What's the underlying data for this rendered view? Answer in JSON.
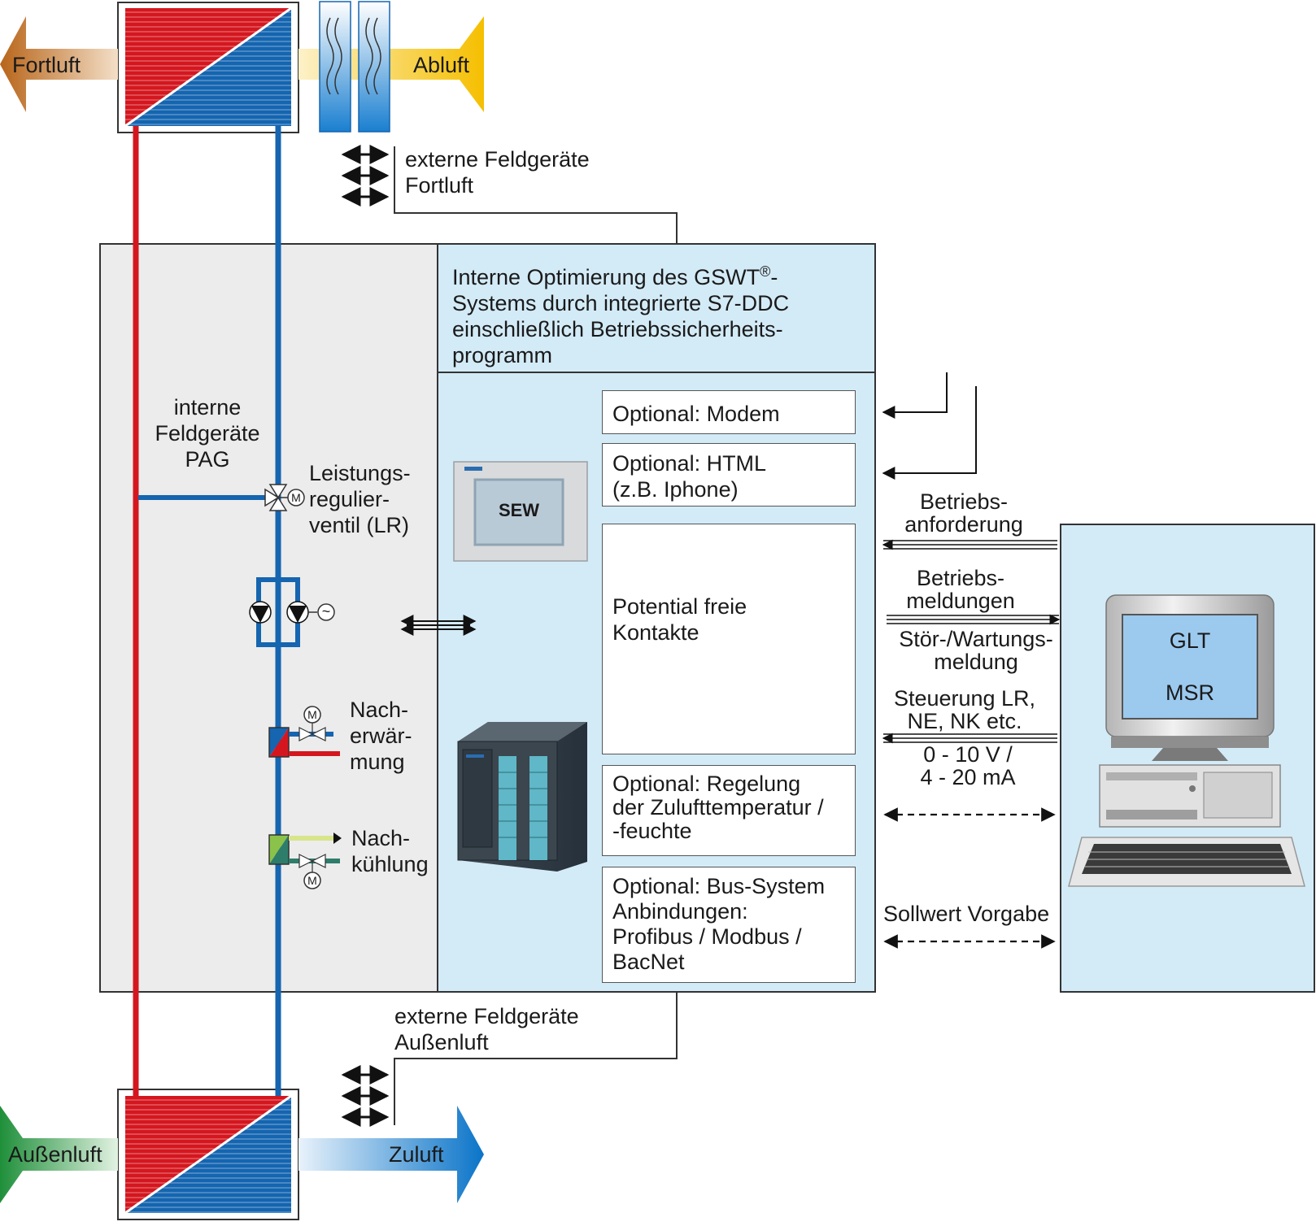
{
  "colors": {
    "hot": "#d4171f",
    "cold": "#1565b0",
    "panel_grey": "#ececec",
    "panel_blue": "#d3ebf7",
    "exhaust_arrow": "#b8651a",
    "extract_arrow": "#f5bf00",
    "outdoor_arrow": "#1f8f3a",
    "supply_arrow": "#0a74c8"
  },
  "air": {
    "fortluft": "Fortluft",
    "abluft": "Abluft",
    "aussenluft": "Außenluft",
    "zuluft": "Zuluft"
  },
  "field_devices": {
    "top": "externe Feldgeräte\nFortluft",
    "bottom": "externe Feldgeräte\nAußenluft",
    "internal": "interne\nFeldgeräte\nPAG"
  },
  "components": {
    "valve": "Leistungs-\nregulier-\nventil (LR)",
    "reheat": "Nach-\nerwär-\nmung",
    "recool": "Nach-\nkühlung",
    "motor_symbol": "M",
    "ac_symbol": "~"
  },
  "ddc": {
    "title_prefix": "Interne Optimierung des GSWT",
    "title_sup": "®",
    "title_rest": "-\nSystems durch integrierte S7-DDC\neinschließlich Betriebssicherheits-\nprogramm",
    "panel_text": "SEW",
    "options": {
      "modem": "Optional: Modem",
      "html": "Optional: HTML\n(z.B. Iphone)",
      "contacts": "Potential freie\nKontakte",
      "regulation": "Optional: Regelung\nder Zulufttemperatur /\n-feuchte",
      "bus": "Optional:  Bus-System\nAnbindungen:\nProfibus / Modbus /\nBacNet"
    }
  },
  "signals": {
    "request": "Betriebs-\nanforderung",
    "messages": "Betriebs-\nmeldungen",
    "fault": "Stör-/Wartungs-\nmeldung",
    "control": "Steuerung LR,\nNE, NK etc.",
    "analog": "0 - 10 V /\n4 - 20 mA",
    "setpoint": "Sollwert Vorgabe"
  },
  "glt": {
    "line1": "GLT",
    "line2": "MSR"
  }
}
